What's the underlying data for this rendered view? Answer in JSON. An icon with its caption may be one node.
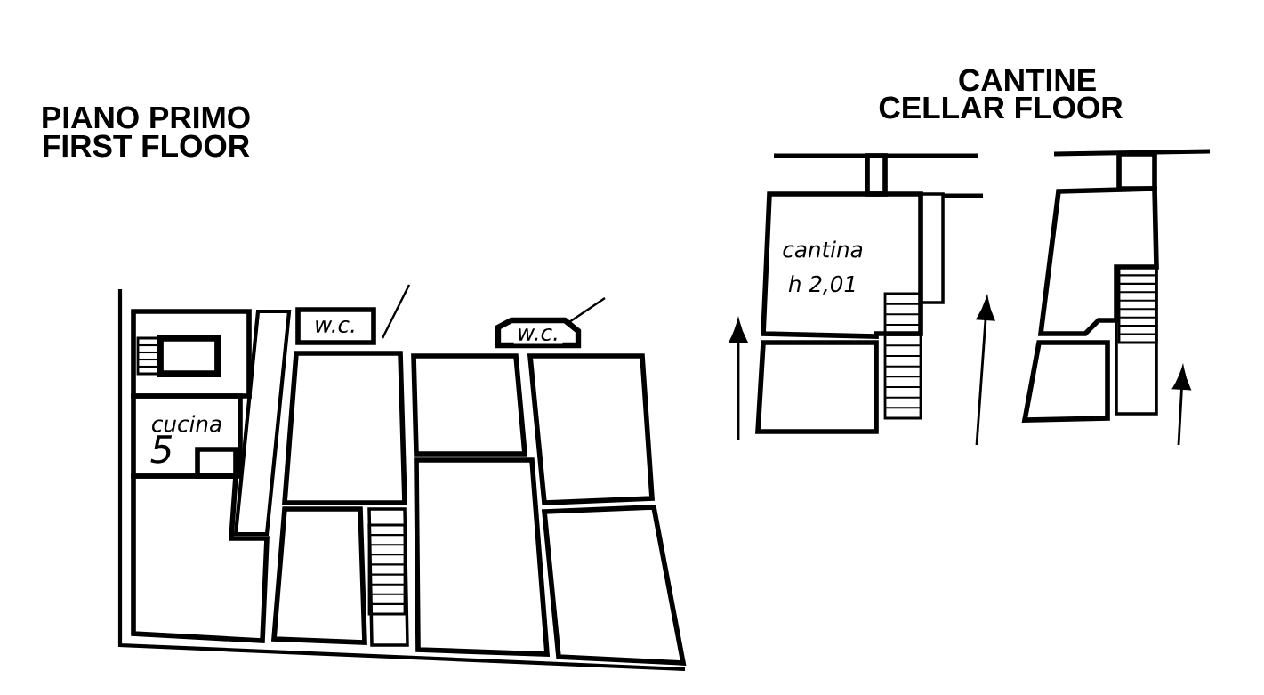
{
  "diagram": {
    "labels": [
      "PIANO PRIMO",
      "FIRST FLOOR",
      "CANTINE",
      "CELLAR FLOOR",
      "w.c.",
      "cucina",
      "5",
      "w.c.",
      "cantina",
      "h 2,01"
    ]
  }
}
